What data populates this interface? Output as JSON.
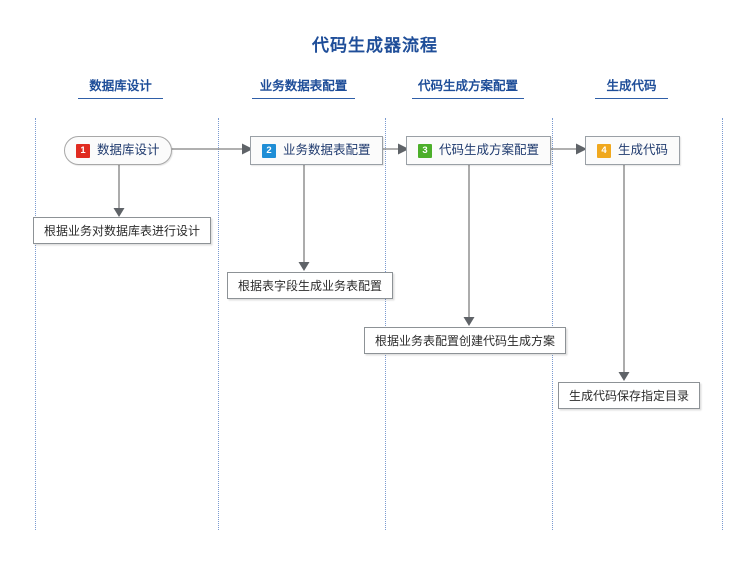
{
  "title": "代码生成器流程",
  "lanes": [
    {
      "label": "数据库设计"
    },
    {
      "label": "业务数据表配置"
    },
    {
      "label": "代码生成方案配置"
    },
    {
      "label": "生成代码"
    }
  ],
  "steps": [
    {
      "number": "1",
      "label": "数据库设计",
      "badge_color": "#e02b20",
      "shape": "pill"
    },
    {
      "number": "2",
      "label": "业务数据表配置",
      "badge_color": "#1f8ed6",
      "shape": "rect"
    },
    {
      "number": "3",
      "label": "代码生成方案配置",
      "badge_color": "#4caf2a",
      "shape": "rect"
    },
    {
      "number": "4",
      "label": "生成代码",
      "badge_color": "#f0a81e",
      "shape": "rect"
    }
  ],
  "descriptions": [
    {
      "text": "根据业务对数据库表进行设计"
    },
    {
      "text": "根据表字段生成业务表配置"
    },
    {
      "text": "根据业务表配置创建代码生成方案"
    },
    {
      "text": "生成代码保存指定目录"
    }
  ],
  "colors": {
    "title": "#1f4e99",
    "lane_header": "#1f4e99",
    "divider": "#7a9ad0",
    "connector": "#808080",
    "node_border": "#9aa0a6",
    "desc_border": "#8d9296"
  }
}
